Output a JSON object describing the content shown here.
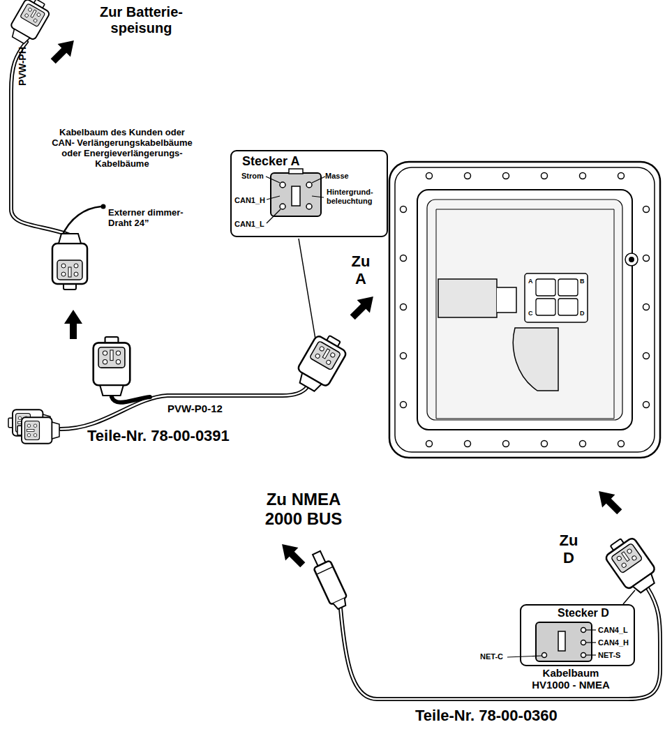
{
  "diagram": {
    "nodes": [
      {
        "text": [
          "Stecker A",
          "Strom",
          "Masse",
          "CAN1_H",
          "Hintergrund- beleuchtung",
          "CAN1_L"
        ]
      },
      {
        "text": [
          "Stecker D",
          "CAN4_L",
          "CAN4_H",
          "NET-S"
        ]
      }
    ],
    "labels": [
      "Zur Batterie- speisung",
      "PVW-PH",
      "Kabelbaum des Kunden oder CAN- Verlängerungskabelbäume oder Energieverlängerungs- Kabelbäume",
      "Externer dimmer- Draht 24”",
      "Zu A",
      "PVW-P0-12",
      "Teile-Nr. 78-00-0391",
      "A",
      "B",
      "C",
      "D",
      "Zu D",
      "NET-C",
      "Zu NMEA 2000 BUS",
      "Kabelbaum HV1000 - NMEA",
      "Teile-Nr. 78-00-0360"
    ]
  }
}
